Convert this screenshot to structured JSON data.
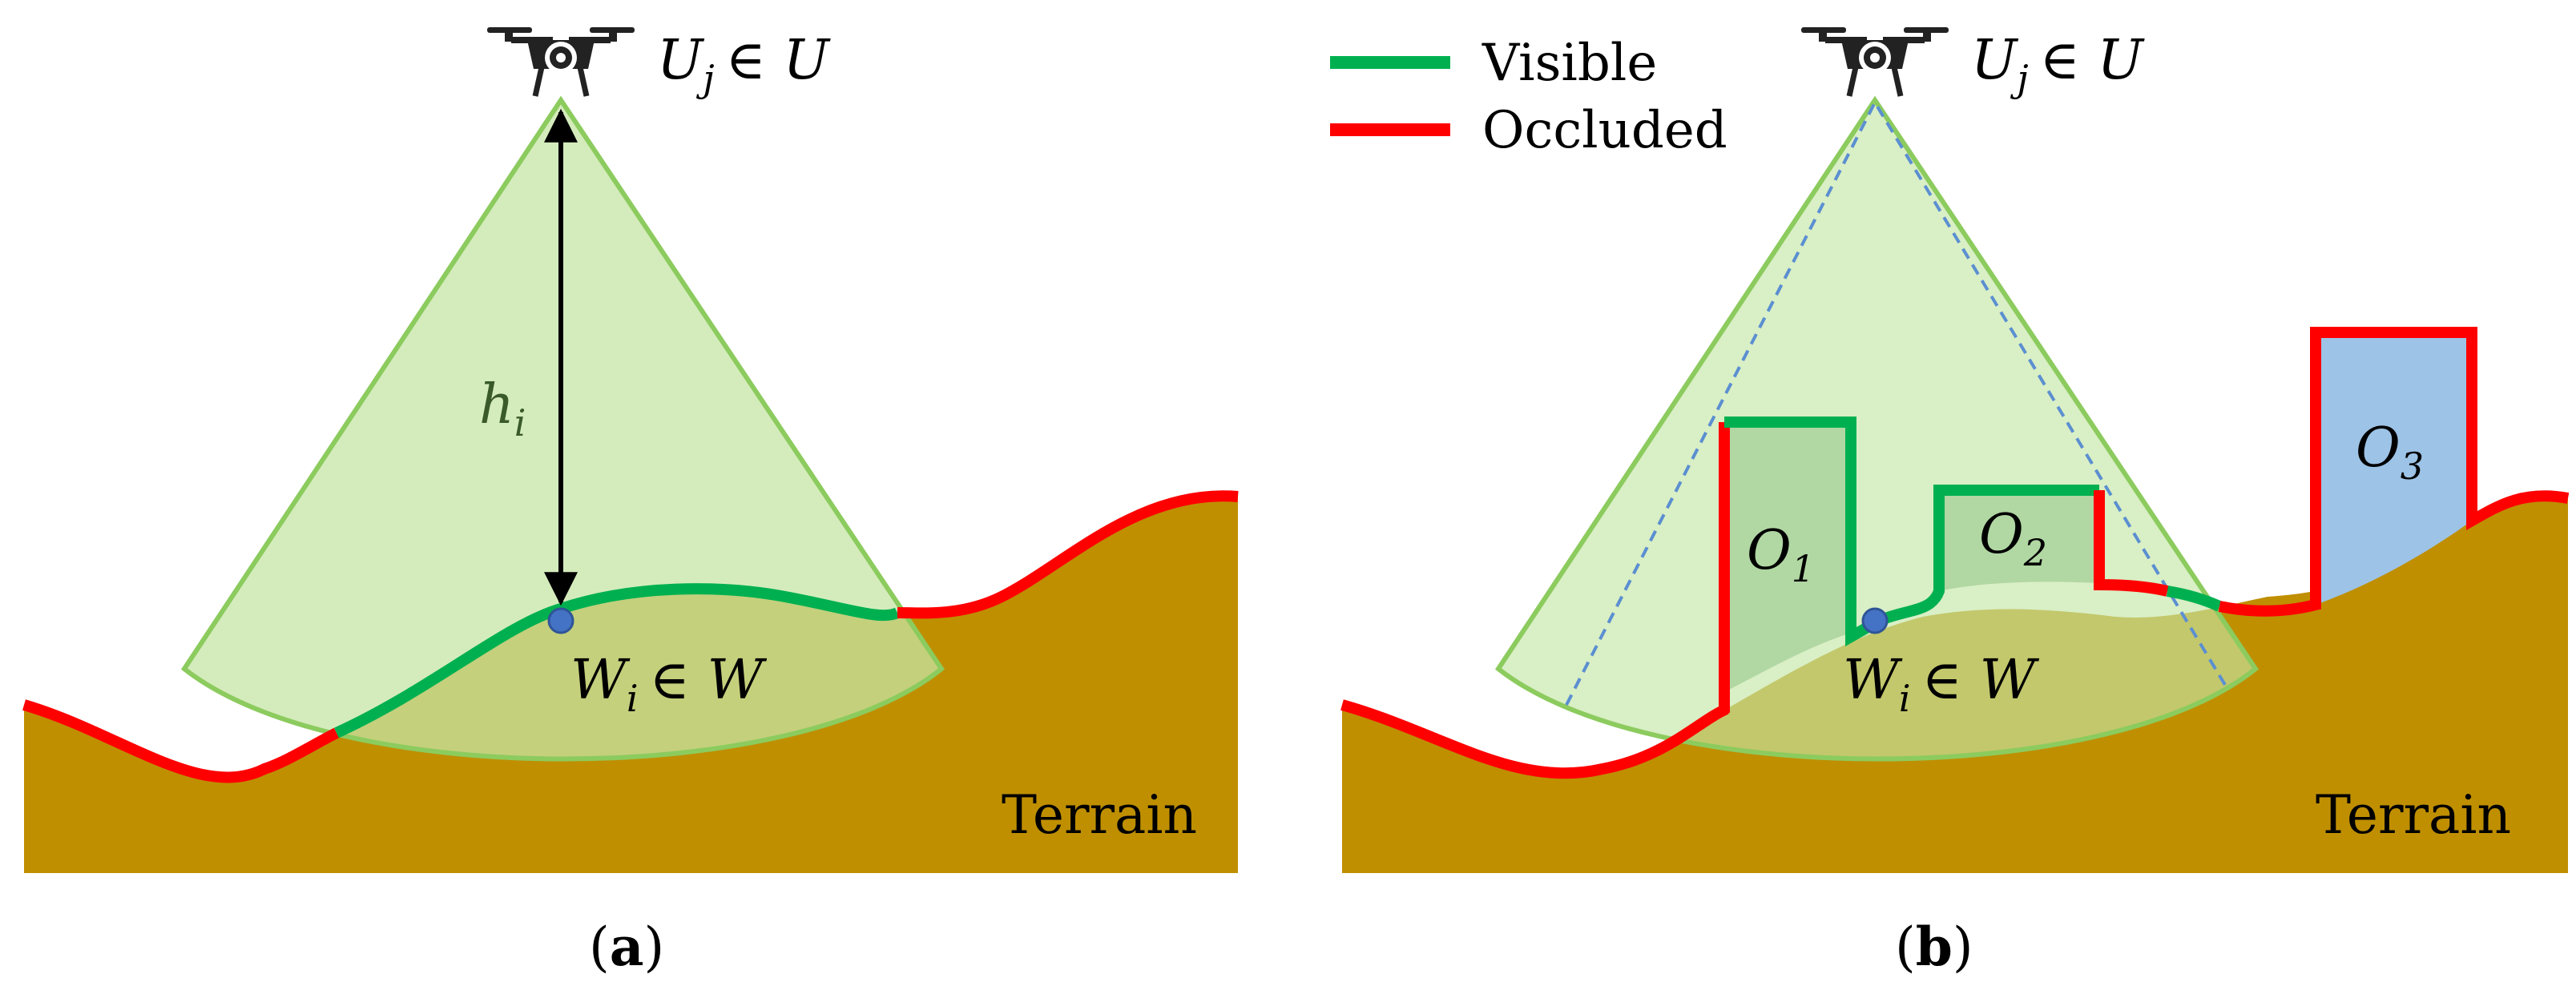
{
  "colors": {
    "terrain": "#BF8F00",
    "cone_fill": "#C5E6A6",
    "cone_stroke": "#8CCB5E",
    "visible": "#00B050",
    "occluded": "#FF0000",
    "obstacle_in_cone": "#8DBB9E",
    "obstacle_outside": "#9DC3E6",
    "waypoint": "#4472C4",
    "height_label": "#3A5A2A"
  },
  "legend": {
    "visible": "Visible",
    "occluded": "Occluded"
  },
  "panel_a": {
    "uav_label": "U",
    "uav_sub": "j",
    "uav_rest": "∈ U",
    "height_label": "h",
    "height_sub": "i",
    "waypoint_label": "W",
    "waypoint_sub": "i",
    "waypoint_rest": "∈ W",
    "terrain_label": "Terrain",
    "caption_open": "(",
    "caption_letter": "a",
    "caption_close": ")"
  },
  "panel_b": {
    "uav_label": "U",
    "uav_sub": "j",
    "uav_rest": "∈ U",
    "waypoint_label": "W",
    "waypoint_sub": "i",
    "waypoint_rest": "∈ W",
    "terrain_label": "Terrain",
    "obstacles": [
      {
        "label": "O",
        "sub": "1"
      },
      {
        "label": "O",
        "sub": "2"
      },
      {
        "label": "O",
        "sub": "3"
      }
    ],
    "caption_open": "(",
    "caption_letter": "b",
    "caption_close": ")"
  },
  "icons": [
    "drone-icon",
    "drone-icon"
  ]
}
